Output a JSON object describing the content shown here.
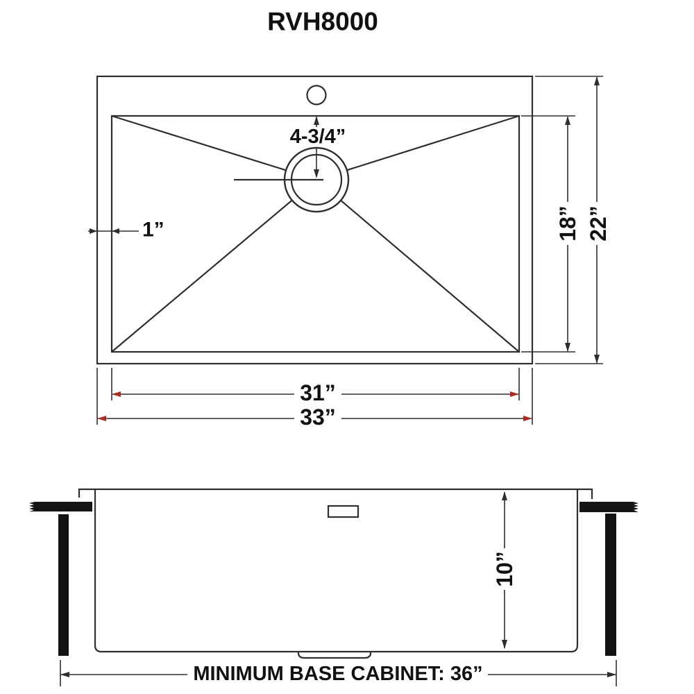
{
  "title": "RVH8000",
  "colors": {
    "line": "#2e2e2e",
    "text": "#111111",
    "accent_arrow": "#b02a1a",
    "solid_fill": "#141414",
    "background": "#ffffff"
  },
  "top_view": {
    "labels": {
      "drain_offset": "4-3/4”",
      "rim": "1”",
      "bowl_front_to_back": "18”",
      "overall_front_to_back": "22”",
      "bowl_width": "31”",
      "overall_width": "33”"
    }
  },
  "side_view": {
    "labels": {
      "bowl_depth": "10”",
      "base_cabinet": "MINIMUM BASE CABINET: 36”"
    }
  }
}
